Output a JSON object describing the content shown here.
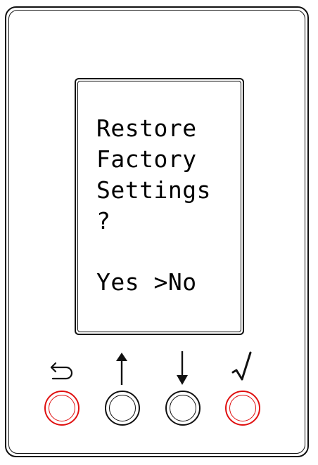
{
  "display": {
    "lines": [
      "Restore",
      "Factory",
      "Settings",
      "?"
    ],
    "options_line": "Yes >No",
    "selected_option": "No"
  },
  "keys": [
    {
      "name": "back",
      "icon": "back-arrow-icon",
      "ring_color": "#e01010"
    },
    {
      "name": "up",
      "icon": "up-arrow-icon",
      "ring_color": "#111111"
    },
    {
      "name": "down",
      "icon": "down-arrow-icon",
      "ring_color": "#111111"
    },
    {
      "name": "confirm",
      "icon": "checkmark-icon",
      "ring_color": "#e01010"
    }
  ],
  "colors": {
    "outline": "#111111",
    "accent_red": "#e01010",
    "background": "#ffffff"
  }
}
